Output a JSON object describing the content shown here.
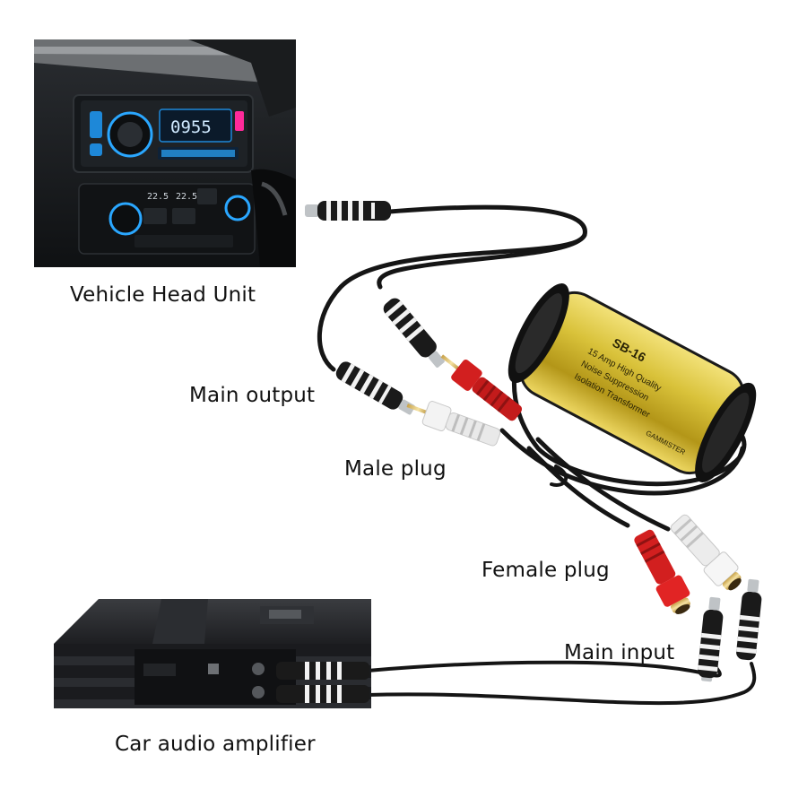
{
  "labels": {
    "head_unit": "Vehicle Head Unit",
    "main_output": "Main output",
    "male_plug": "Male plug",
    "female_plug": "Female plug",
    "main_input": "Main input",
    "amplifier": "Car audio amplifier"
  },
  "device": {
    "model": "SB-16",
    "line1": "15 Amp High Quality",
    "line2": "Noise Suppression",
    "line3": "Isolation Transformer",
    "side": "GAMMISTER"
  },
  "head_unit_screen": {
    "display": "0955",
    "temp_left": "22.5",
    "temp_right": "22.5"
  },
  "colors": {
    "device_gold": "#d9c23a",
    "plug_red": "#d21f1f",
    "plug_white": "#eeeeee",
    "cable": "#151515",
    "screen_blue": "#2aa7ff"
  }
}
